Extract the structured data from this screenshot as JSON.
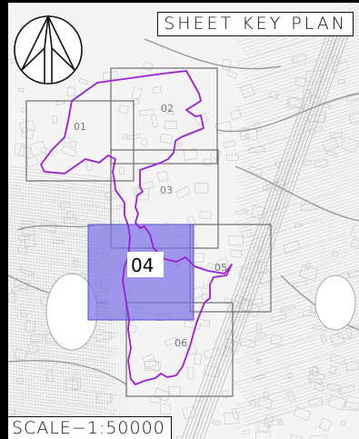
{
  "title": "SHEET KEY PLAN",
  "scale": "SCALE−1:50000",
  "north_arrow": "north-arrow-icon",
  "active_sheet": "04",
  "sheets": [
    {
      "id": "01",
      "label": "01",
      "active": false
    },
    {
      "id": "02",
      "label": "02",
      "active": false
    },
    {
      "id": "03",
      "label": "03",
      "active": false
    },
    {
      "id": "04",
      "label": "04",
      "active": true
    },
    {
      "id": "05",
      "label": "05",
      "active": false
    },
    {
      "id": "06",
      "label": "06",
      "active": false
    }
  ],
  "colors": {
    "boundary": "#9b1fd6",
    "active_fill": "#7b72e8",
    "sheet_outline": "#6e6e6e",
    "basemap": "#bdbdbd"
  }
}
